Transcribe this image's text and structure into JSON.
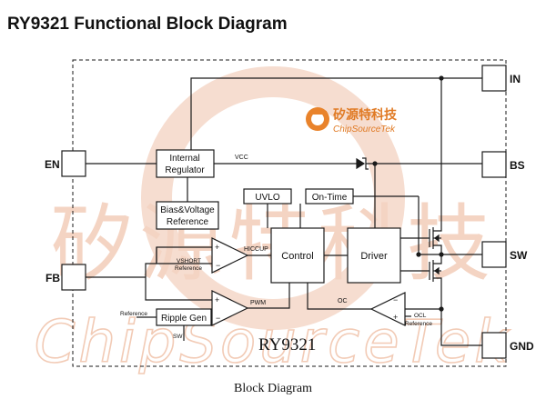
{
  "title": "RY9321 Functional Block Diagram",
  "caption": "Block Diagram",
  "watermark": {
    "cn": "矽源特科技",
    "en": "ChipSourceTek",
    "big_cn": "矽源特科技",
    "big_en": "ChipSourceTek"
  },
  "part_number": "RY9321",
  "pins": {
    "in": "IN",
    "bs": "BS",
    "sw": "SW",
    "gnd": "GND",
    "en": "EN",
    "fb": "FB"
  },
  "blocks": {
    "regulator_line1": "Internal",
    "regulator_line2": "Regulator",
    "bias_line1": "Bias&Voltage",
    "bias_line2": "Reference",
    "uvlo": "UVLO",
    "on_time": "On-Time",
    "control": "Control",
    "driver": "Driver",
    "ripple_gen": "Ripple Gen"
  },
  "signals": {
    "vcc": "VCC",
    "hiccup": "HICCUP",
    "vshort_line1": "VSHORT",
    "vshort_line2": "Reference",
    "pwm": "PWM",
    "oc": "OC",
    "ocl_line1": "OCL",
    "ocl_line2": "Reference",
    "reference": "Reference",
    "sw_small": "SW"
  },
  "colors": {
    "line": "#1a1a1a",
    "watermark": "#f3cdb9",
    "logo_orange": "#e9832b",
    "logo_text": "#e07a24"
  }
}
